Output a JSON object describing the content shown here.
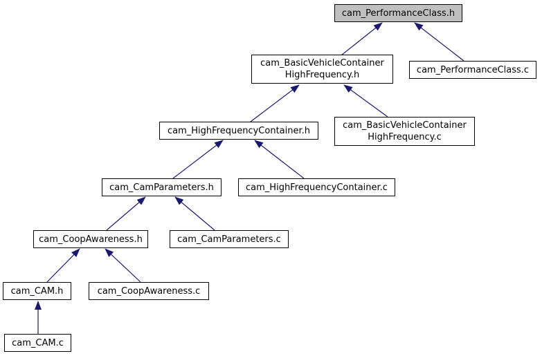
{
  "diagram": {
    "type": "include-dependency-graph",
    "colors": {
      "arrow": "#191970",
      "node_border": "#000000",
      "node_fill": "#ffffff",
      "highlight_fill": "#bfbfbf",
      "background": "#ffffff"
    },
    "nodes": [
      {
        "id": "cam-performanceclass-h",
        "label": "cam_PerformanceClass.h",
        "highlighted": true
      },
      {
        "id": "cam-basicvehiclecontainerhighfrequency-h",
        "label": "cam_BasicVehicleContainer\nHighFrequency.h",
        "highlighted": false
      },
      {
        "id": "cam-performanceclass-c",
        "label": "cam_PerformanceClass.c",
        "highlighted": false
      },
      {
        "id": "cam-highfrequencycontainer-h",
        "label": "cam_HighFrequencyContainer.h",
        "highlighted": false
      },
      {
        "id": "cam-basicvehiclecontainerhighfrequency-c",
        "label": "cam_BasicVehicleContainer\nHighFrequency.c",
        "highlighted": false
      },
      {
        "id": "cam-camparameters-h",
        "label": "cam_CamParameters.h",
        "highlighted": false
      },
      {
        "id": "cam-highfrequencycontainer-c",
        "label": "cam_HighFrequencyContainer.c",
        "highlighted": false
      },
      {
        "id": "cam-coopawareness-h",
        "label": "cam_CoopAwareness.h",
        "highlighted": false
      },
      {
        "id": "cam-camparameters-c",
        "label": "cam_CamParameters.c",
        "highlighted": false
      },
      {
        "id": "cam-cam-h",
        "label": "cam_CAM.h",
        "highlighted": false
      },
      {
        "id": "cam-coopawareness-c",
        "label": "cam_CoopAwareness.c",
        "highlighted": false
      },
      {
        "id": "cam-cam-c",
        "label": "cam_CAM.c",
        "highlighted": false
      }
    ],
    "edges": [
      {
        "from": "cam-basicvehiclecontainerhighfrequency-h",
        "to": "cam-performanceclass-h"
      },
      {
        "from": "cam-performanceclass-c",
        "to": "cam-performanceclass-h"
      },
      {
        "from": "cam-highfrequencycontainer-h",
        "to": "cam-basicvehiclecontainerhighfrequency-h"
      },
      {
        "from": "cam-basicvehiclecontainerhighfrequency-c",
        "to": "cam-basicvehiclecontainerhighfrequency-h"
      },
      {
        "from": "cam-camparameters-h",
        "to": "cam-highfrequencycontainer-h"
      },
      {
        "from": "cam-highfrequencycontainer-c",
        "to": "cam-highfrequencycontainer-h"
      },
      {
        "from": "cam-coopawareness-h",
        "to": "cam-camparameters-h"
      },
      {
        "from": "cam-camparameters-c",
        "to": "cam-camparameters-h"
      },
      {
        "from": "cam-cam-h",
        "to": "cam-coopawareness-h"
      },
      {
        "from": "cam-coopawareness-c",
        "to": "cam-coopawareness-h"
      },
      {
        "from": "cam-cam-c",
        "to": "cam-cam-h"
      }
    ]
  }
}
